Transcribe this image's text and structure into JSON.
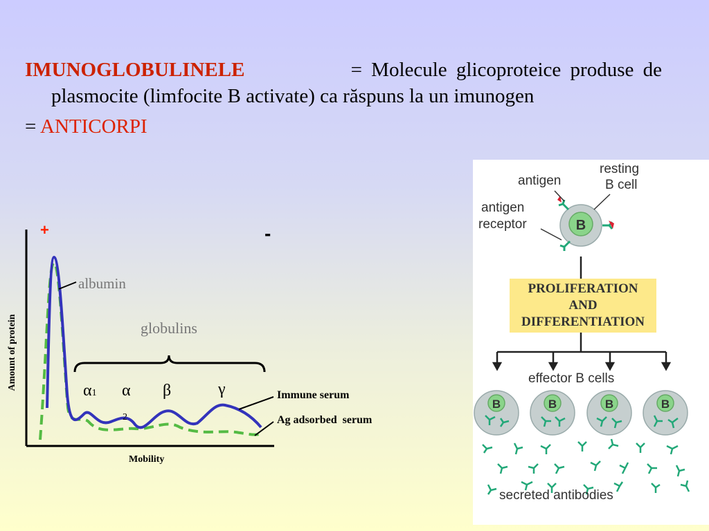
{
  "header": {
    "term": "IMUNOGLOBULINELE",
    "line1_rest": "= Molecule glicoproteice produse de",
    "line2": "plasmocite (limfocite B activate) ca răspuns la un imunogen",
    "line3_prefix": "=",
    "line3_term": "ANTICORPI"
  },
  "electrophoresis": {
    "plus_label": "+",
    "minus_label": "-",
    "ylabel": "Amount of protein",
    "xlabel": "Mobility",
    "peak_label": "albumin",
    "group_label": "globulins",
    "fractions": [
      "α",
      "α",
      "β",
      "γ"
    ],
    "fraction_subscripts": [
      "1",
      "2"
    ],
    "series": [
      {
        "name": "Immune serum",
        "color": "#3333bb",
        "style": "solid"
      },
      {
        "name": "Ag adsorbed  serum",
        "color": "#55bb44",
        "style": "dashed"
      }
    ]
  },
  "bcell_diagram": {
    "label_antigen": "antigen",
    "label_resting_1": "resting",
    "label_resting_2": "B cell",
    "label_receptor_1": "antigen",
    "label_receptor_2": "receptor",
    "cell_letter": "B",
    "box_line1": "PROLIFERATION",
    "box_line2": "AND",
    "box_line3": "DIFFERENTIATION",
    "effector_label": "effector B cells",
    "secreted_label": "secreted antibodies",
    "colors": {
      "cell_outer": "#c6cfcf",
      "cell_nucleus": "#8ad48a",
      "antibody": "#22a878",
      "antigen": "#dd2233",
      "box": "#fde98a"
    }
  }
}
